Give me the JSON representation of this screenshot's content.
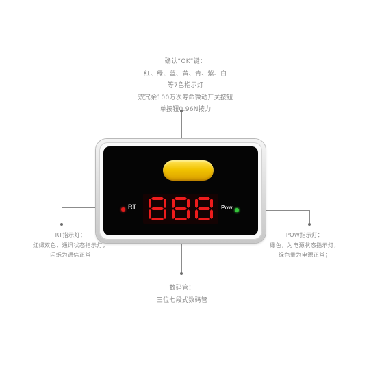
{
  "top_caption": [
    "确认“OK”键：",
    "红、绿、蓝、黄、青、紫、白",
    "等7色指示灯",
    "双冗余100万次寿命微动开关按钮",
    "单按钮0.96N按力"
  ],
  "left_caption": [
    "RT指示灯：",
    "红绿双色，通讯状态指示灯，",
    "闪烁为通信正常"
  ],
  "right_caption": [
    "POW指示灯：",
    "绿色，为电源状态指示灯，",
    "绿色量为电源正常；"
  ],
  "bottom_caption": [
    "数码管：",
    "三位七段式数码管"
  ],
  "device": {
    "rt_label": "RT",
    "pow_label": "Pow",
    "display_value": "888",
    "rt_led_color": "#e21b1b",
    "pow_led_color": "#34c53a",
    "button_color": "#f2c400",
    "segment_color": "#ee1c1c"
  }
}
